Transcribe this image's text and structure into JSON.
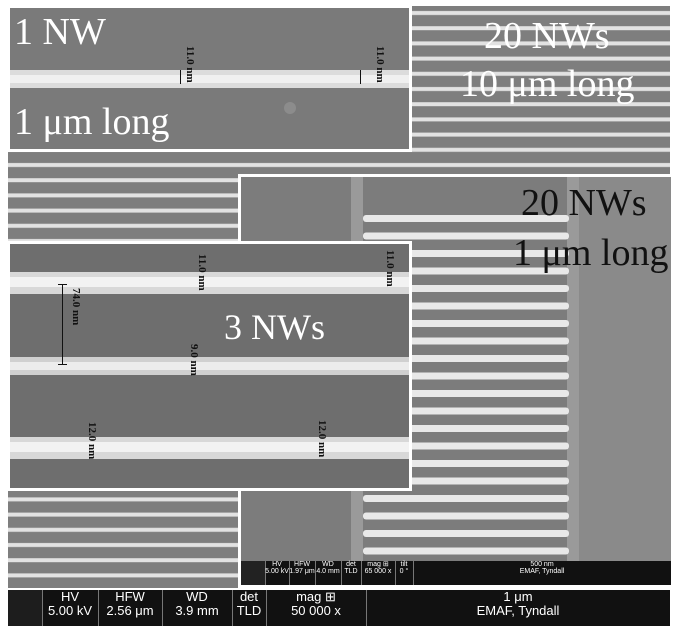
{
  "panels": {
    "one_nw": {
      "title": "1 NW",
      "length": "1 μm long",
      "meas_left": "11.0 nm",
      "meas_right": "11.0 nm"
    },
    "twenty_long": {
      "title": "20 NWs",
      "length": "10 μm long"
    },
    "twenty_short": {
      "title": "20 NWs",
      "length": "1 μm long"
    },
    "three_nw": {
      "title": "3 NWs",
      "meas_pitch": "74.0 nm",
      "meas_top_left": "11.0 nm",
      "meas_top_right": "11.0 nm",
      "meas_mid": "9.0 nm",
      "meas_bottom_left": "12.0 nm",
      "meas_bottom_right": "12.0 nm"
    }
  },
  "databar_small": {
    "hv_label": "HV",
    "hv_value": "5.00 kV",
    "hfw_label": "HFW",
    "hfw_value": "1.97 μm",
    "wd_label": "WD",
    "wd_value": "4.0 mm",
    "det_label": "det",
    "det_value": "TLD",
    "mag_label": "mag ⊞",
    "mag_value": "65 000 x",
    "tilt_label": "tilt",
    "tilt_value": "0 °",
    "scale": "500 nm",
    "lab": "EMAF, Tyndall"
  },
  "databar_main": {
    "hv_label": "HV",
    "hv_value": "5.00 kV",
    "hfw_label": "HFW",
    "hfw_value": "2.56 μm",
    "wd_label": "WD",
    "wd_value": "3.9 mm",
    "det_label": "det",
    "det_value": "TLD",
    "mag_label": "mag ⊞",
    "mag_value": "50 000 x",
    "scale": "1 μm",
    "lab": "EMAF, Tyndall"
  },
  "colors": {
    "background": "#7e7e7e",
    "wire": "#e6e6e6",
    "databar": "#111111"
  }
}
